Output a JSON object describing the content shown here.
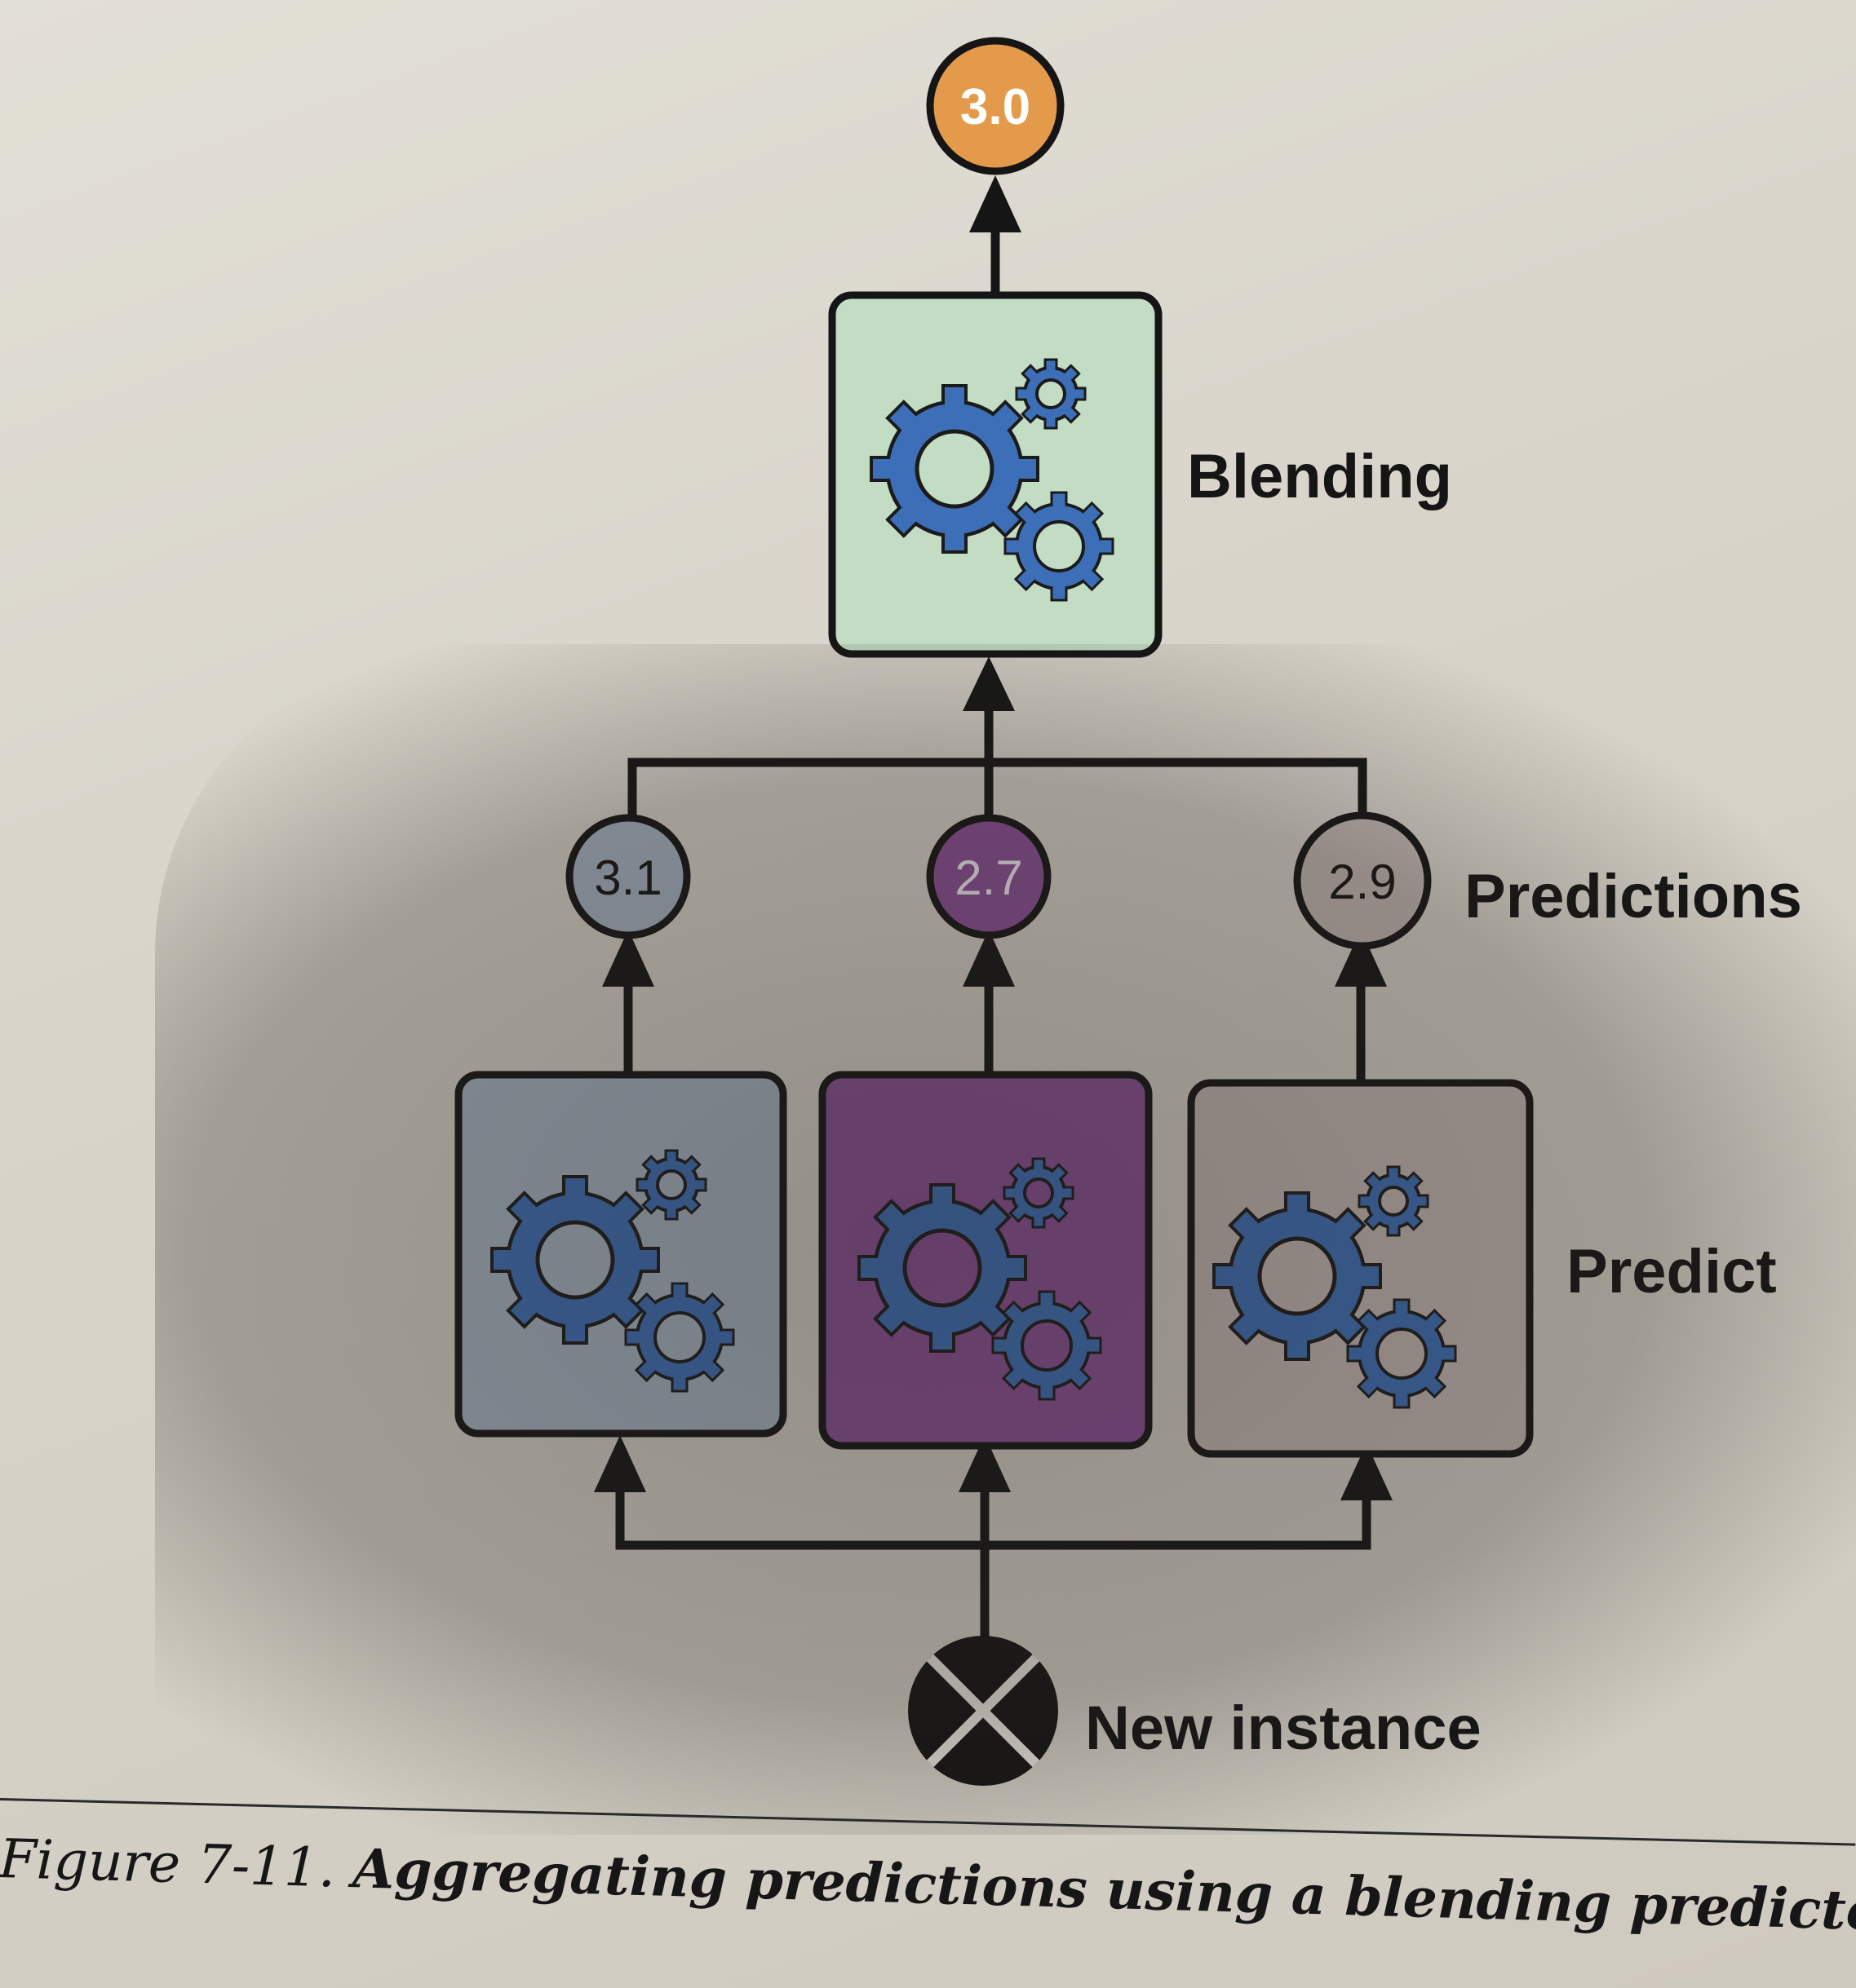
{
  "diagram": {
    "output_value": "3.0",
    "blender_label": "Blending",
    "predictions_label": "Predictions",
    "predictors_label": "Predict",
    "input_label": "New instance",
    "predictions": [
      {
        "value": "3.1",
        "color": "#a6b4c3"
      },
      {
        "value": "2.7",
        "color": "#8a4f96"
      },
      {
        "value": "2.9",
        "color": "#c3b7b3"
      }
    ],
    "colors": {
      "output": "#e39a4a",
      "blender_fill": "#c3dcc4",
      "predictor_fills": [
        "#a6b4c3",
        "#8a4f96",
        "#c3b7b3"
      ],
      "gear": "#3d6fb8",
      "line": "#151515"
    }
  },
  "caption": {
    "number": "Figure 7-11.",
    "text": "Aggregating predictions using a blending predictor"
  }
}
